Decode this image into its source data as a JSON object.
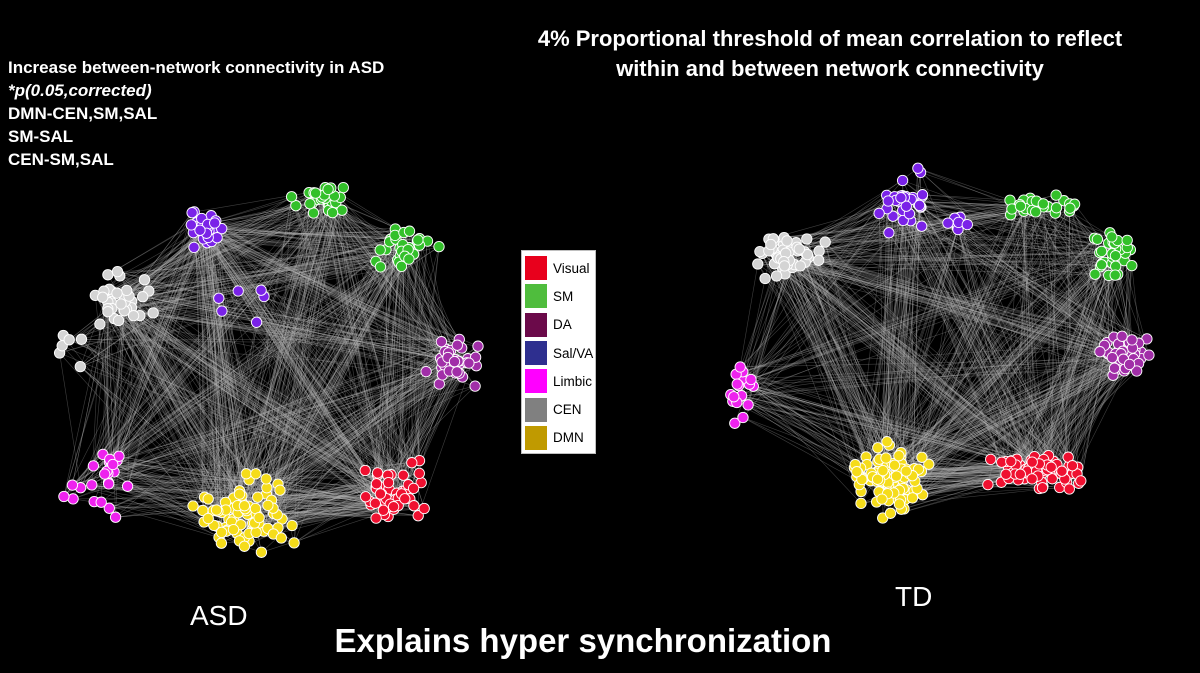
{
  "notes": {
    "heading": "Increase between-network connectivity in ASD",
    "significance": "*p(0.05,corrected)",
    "lines": [
      "DMN-CEN,SM,SAL",
      "SM-SAL",
      "CEN-SM,SAL"
    ]
  },
  "title": {
    "line1": "4% Proportional  threshold of mean correlation to reflect",
    "line2": "within and between network connectivity"
  },
  "groups": {
    "asd_label": "ASD",
    "td_label": "TD"
  },
  "caption": "Explains hyper synchronization",
  "legend": [
    {
      "label": "Visual",
      "color": "#e8001c"
    },
    {
      "label": "SM",
      "color": "#4fbd3d"
    },
    {
      "label": "DA",
      "color": "#6b0a4a"
    },
    {
      "label": "Sal/VA",
      "color": "#2e2f8f"
    },
    {
      "label": "Limbic",
      "color": "#ff00ff"
    },
    {
      "label": "CEN",
      "color": "#808080"
    },
    {
      "label": "DMN",
      "color": "#c09a00"
    }
  ],
  "node_colors": {
    "Visual": "#ef1030",
    "SM": "#33c02a",
    "DA": "#a12ea8",
    "Sal/VA": "#7a22e8",
    "Limbic": "#ee22ee",
    "CEN": "#d4d4d4",
    "DMN": "#f5dc1a"
  },
  "edge_color": "#b4b4b4"
}
